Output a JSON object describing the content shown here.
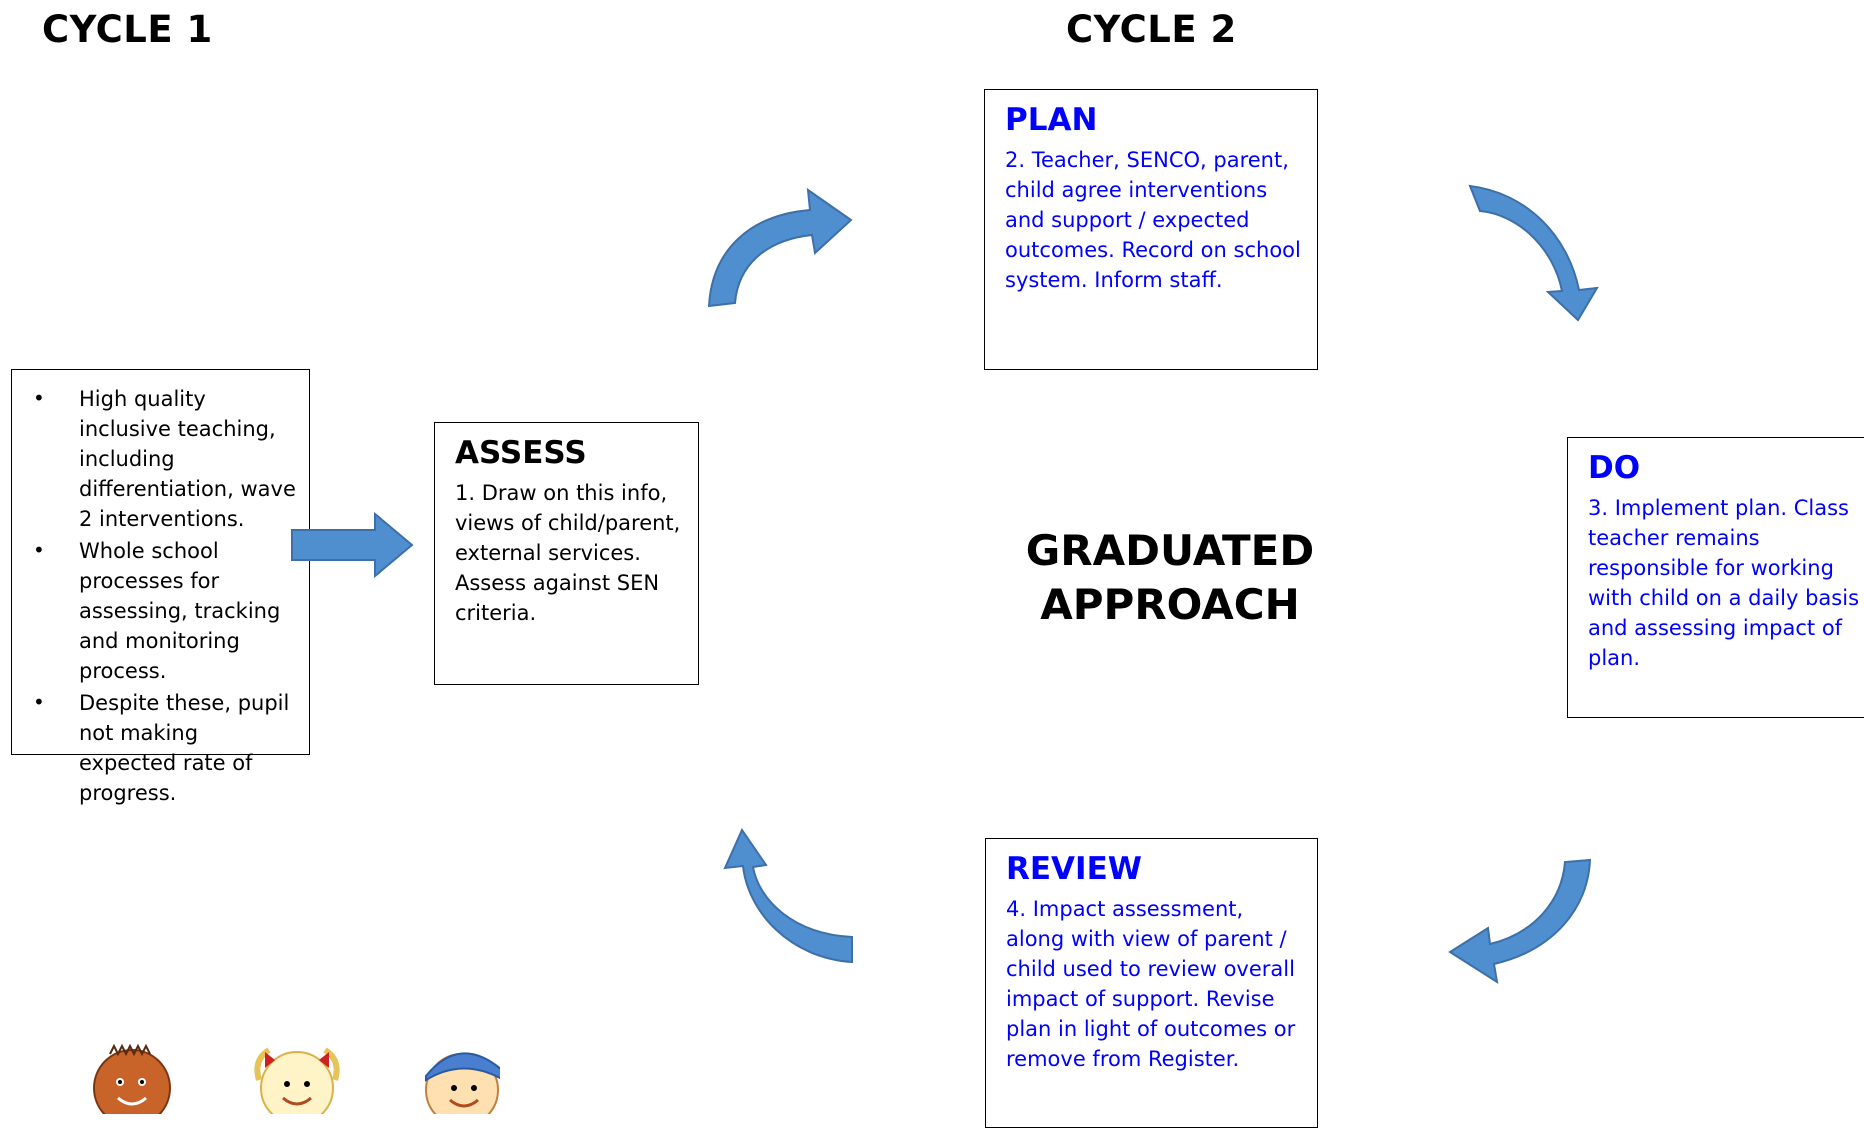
{
  "cycles": {
    "left_title": "CYCLE 1",
    "right_title": "CYCLE 2"
  },
  "prerequisites": [
    "High quality inclusive teaching, including differentiation, wave 2 interventions.",
    "Whole school processes for assessing, tracking and monitoring process.",
    "Despite these, pupil not making expected rate of progress."
  ],
  "center": {
    "line1": "GRADUATED",
    "line2": "APPROACH"
  },
  "stages": {
    "assess": {
      "title": "ASSESS",
      "text": "1. Draw on this info, views of child/parent, external services. Assess against SEN criteria."
    },
    "plan": {
      "title": "PLAN",
      "text": "2. Teacher, SENCO, parent, child agree interventions and support / expected outcomes.  Record on school system.  Inform staff."
    },
    "do": {
      "title": "DO",
      "text": "3. Implement plan.  Class teacher remains responsible for working with child on a daily basis and assessing impact of plan."
    },
    "review": {
      "title": "REVIEW",
      "text": "4. Impact assessment, along with view of parent / child used to review overall impact of support.  Revise plan in light of outcomes or remove from Register."
    }
  },
  "colors": {
    "accent_text": "#0000ff",
    "arrow_fill": "#4f8fd0",
    "arrow_stroke": "#3d6fa8"
  },
  "icons": [
    "right-arrow-icon",
    "curved-arrow-icon",
    "child-face-icon"
  ]
}
